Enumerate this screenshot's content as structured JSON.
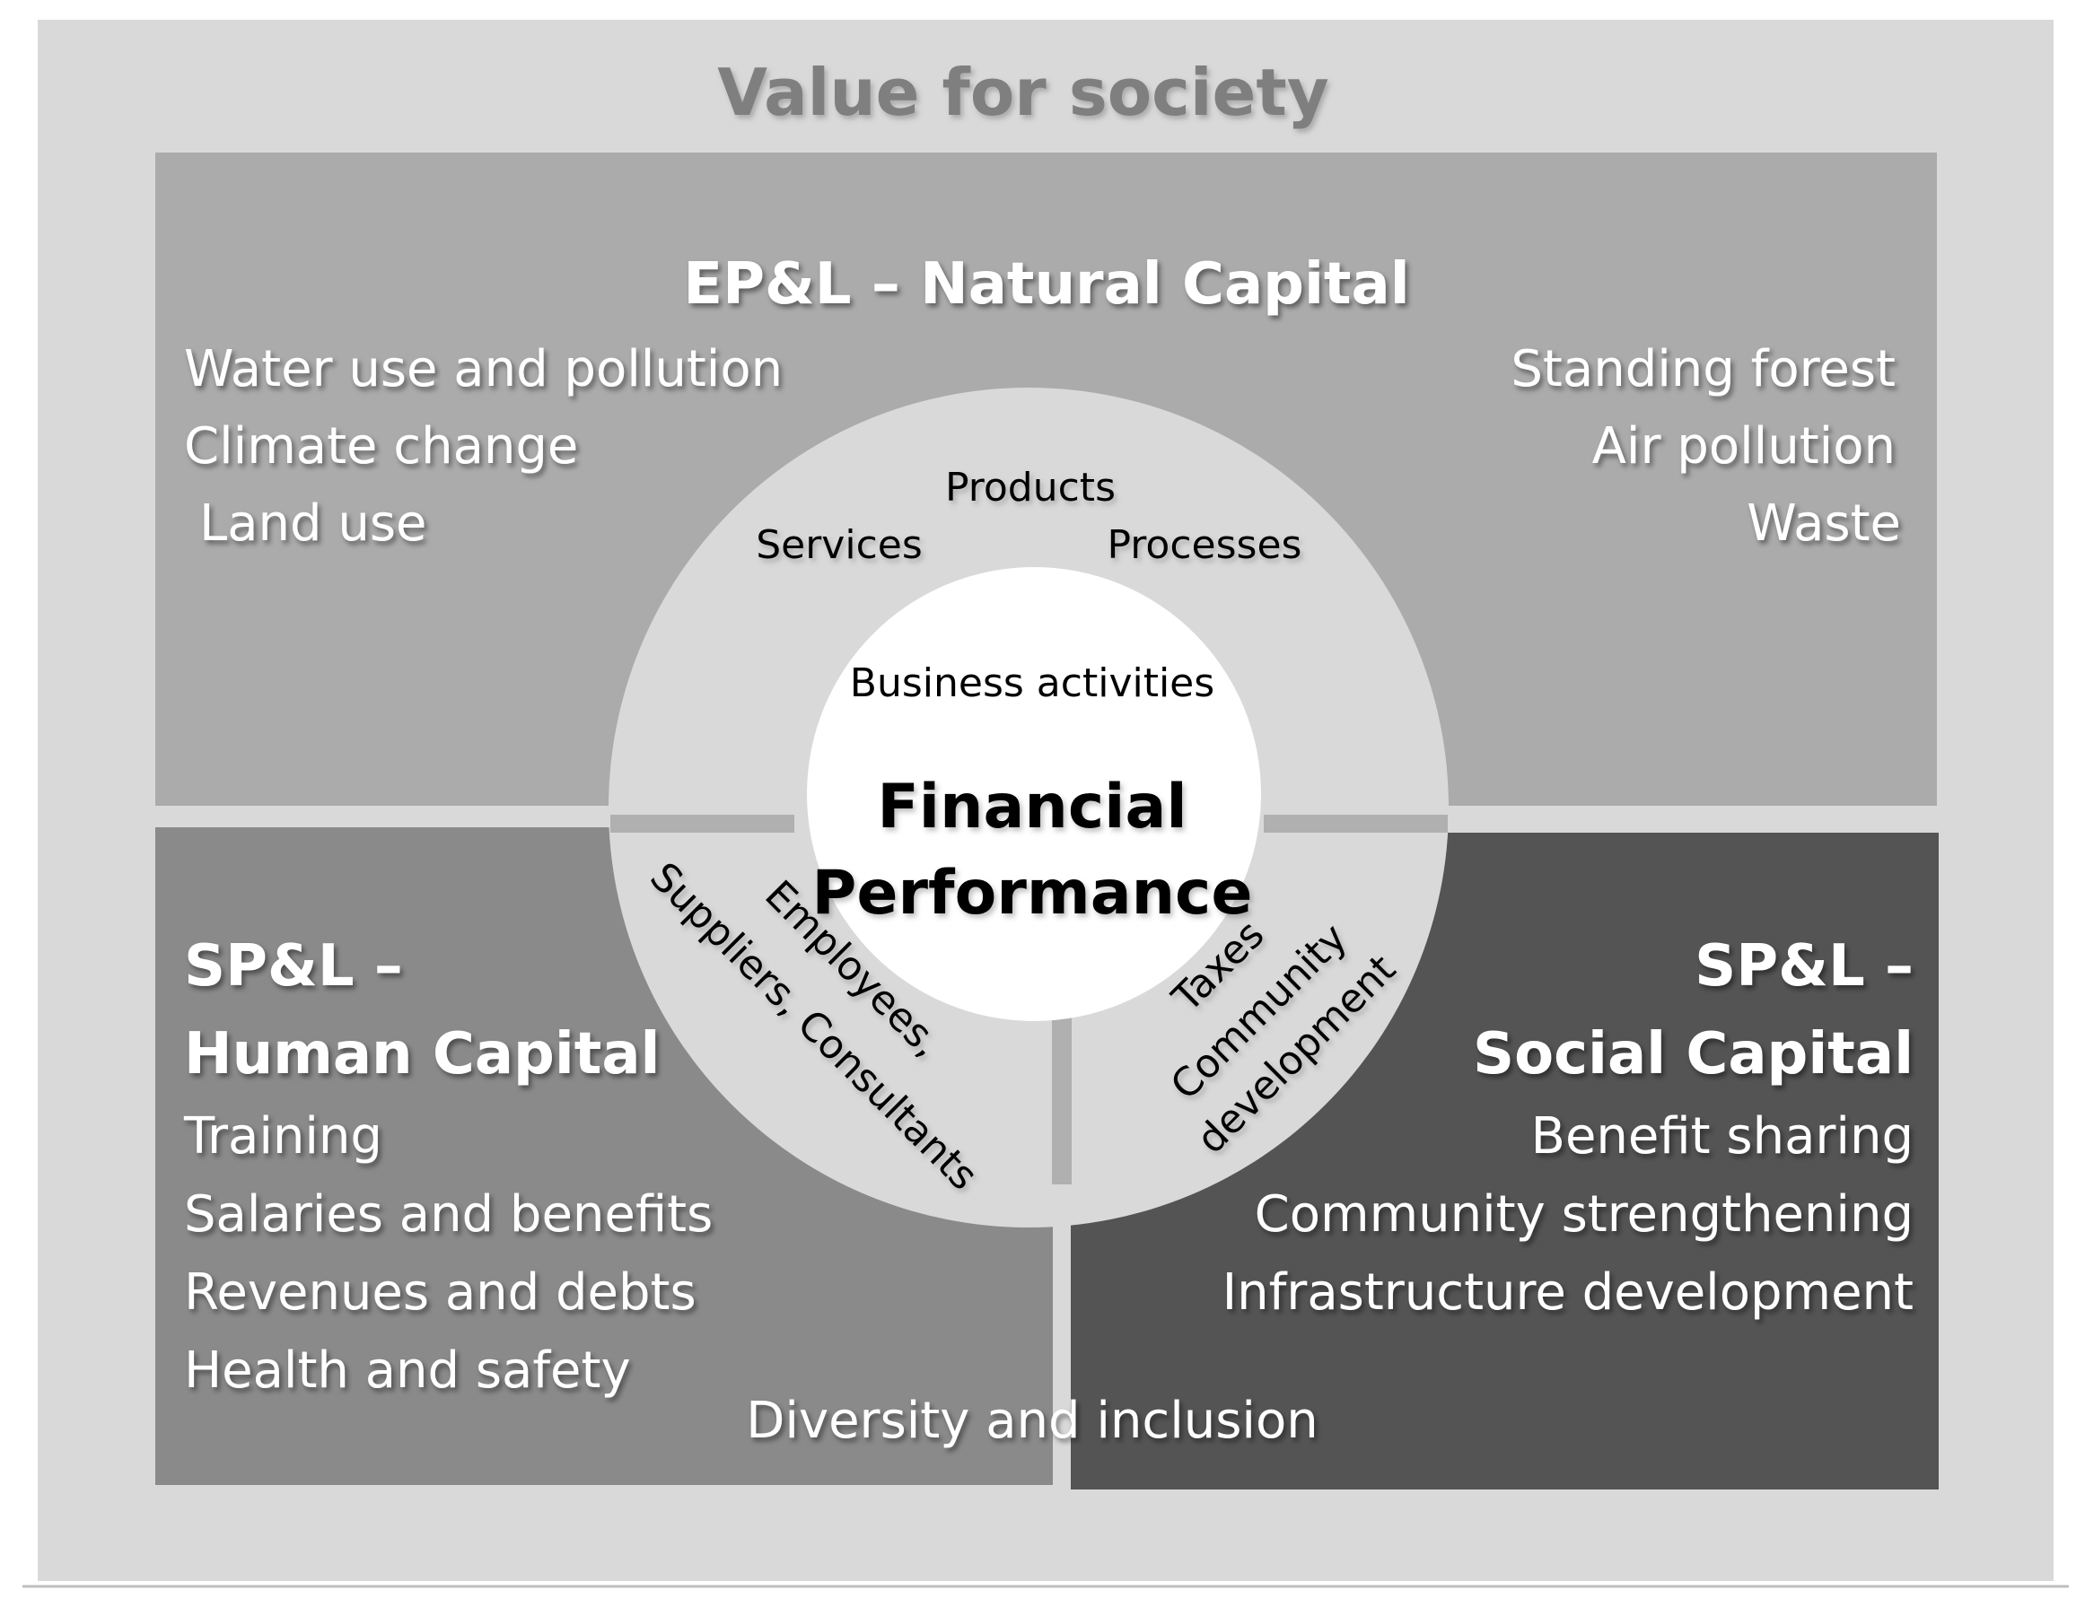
{
  "title": "Value for society",
  "natural": {
    "heading": "EP&L – Natural Capital",
    "left_items": [
      "Water use and pollution",
      "Climate change",
      "Land use"
    ],
    "right_items": [
      "Standing forest",
      "Air pollution",
      "Waste"
    ]
  },
  "human": {
    "heading_line1": "SP&L –",
    "heading_line2": "Human Capital",
    "items": [
      "Training",
      "Salaries and benefits",
      "Revenues and debts",
      "Health and safety"
    ]
  },
  "social": {
    "heading_line1": "SP&L –",
    "heading_line2": "Social Capital",
    "items": [
      "Benefit sharing",
      "Community strengthening",
      "Infrastructure development"
    ]
  },
  "shared_item": "Diversity and inclusion",
  "ring": {
    "products": "Products",
    "services": "Services",
    "processes": "Processes",
    "employees": "Employees,",
    "suppliers": "Suppliers, Consultants",
    "taxes": "Taxes",
    "community": "Community",
    "development": "development"
  },
  "center": {
    "label": "Business activities",
    "line1": "Financial",
    "line2": "Performance"
  },
  "colors": {
    "outer": "#d9d9d9",
    "natural": "#ababab",
    "human": "#8a8a8a",
    "social": "#545454",
    "ring": "#d9d9d9",
    "center": "#ffffff",
    "light_text": "#ffffff",
    "title_text": "#7f7f7f",
    "dark_text": "#000000"
  }
}
